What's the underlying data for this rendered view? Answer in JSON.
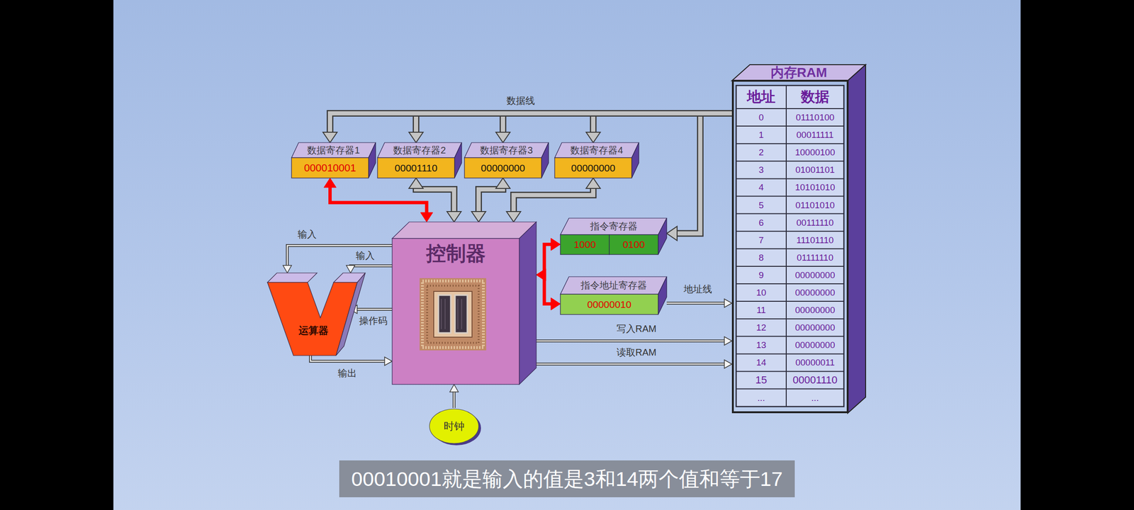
{
  "diagram": {
    "caption": "00010001就是输入的值是3和14两个值和等于17",
    "nodes": [
      {
        "text": [
          "内存RAM"
        ]
      },
      {
        "text": [
          "数据寄存器1",
          "000010001"
        ]
      },
      {
        "text": [
          "数据寄存器2",
          "00001110"
        ]
      },
      {
        "text": [
          "数据寄存器3",
          "00000000"
        ]
      },
      {
        "text": [
          "数据寄存器4",
          "00000000"
        ]
      },
      {
        "text": [
          "指令寄存器",
          "1000",
          "0100"
        ]
      },
      {
        "text": [
          "控制器"
        ]
      },
      {
        "text": [
          "运算器"
        ]
      },
      {
        "text": [
          "指令地址寄存器",
          "00000010"
        ]
      },
      {
        "text": [
          "时钟"
        ]
      }
    ],
    "edges": [
      {
        "from": 0,
        "to": 1,
        "arrow": "to",
        "label": "数据线"
      },
      {
        "from": 0,
        "to": 2,
        "arrow": "to"
      },
      {
        "from": 0,
        "to": 3,
        "arrow": "to"
      },
      {
        "from": 0,
        "to": 4,
        "arrow": "to"
      },
      {
        "from": 0,
        "to": 5,
        "arrow": "to"
      },
      {
        "from": 6,
        "to": 1,
        "arrow": "both"
      },
      {
        "from": 6,
        "to": 2,
        "arrow": "both"
      },
      {
        "from": 6,
        "to": 3,
        "arrow": "both"
      },
      {
        "from": 6,
        "to": 4,
        "arrow": "both"
      },
      {
        "from": 6,
        "to": 5,
        "arrow": "both"
      },
      {
        "from": 6,
        "to": 8,
        "arrow": "both"
      },
      {
        "from": 8,
        "to": 0,
        "arrow": "to",
        "label": "地址线"
      },
      {
        "from": 6,
        "to": 0,
        "arrow": "to",
        "label": "写入RAM"
      },
      {
        "from": 6,
        "to": 0,
        "arrow": "to",
        "label": "读取RAM"
      },
      {
        "from": 6,
        "to": 7,
        "arrow": "to",
        "label": "输入"
      },
      {
        "from": 6,
        "to": 7,
        "arrow": "to",
        "label": "输入"
      },
      {
        "from": 6,
        "to": 7,
        "arrow": "to",
        "label": "操作码"
      },
      {
        "from": 7,
        "to": 6,
        "arrow": "to",
        "label": "输出"
      },
      {
        "from": 9,
        "to": 6,
        "arrow": "to"
      }
    ],
    "labels": [
      "地址",
      "数据",
      "0",
      "01110100",
      "1",
      "00011111",
      "2",
      "10000100",
      "3",
      "01001101",
      "4",
      "10101010",
      "5",
      "01101010",
      "6",
      "00111110",
      "7",
      "11101110",
      "8",
      "01111110",
      "9",
      "00000000",
      "10",
      "00000000",
      "11",
      "00000000",
      "12",
      "00000000",
      "13",
      "00000000",
      "14",
      "00000011",
      "15",
      "00001110",
      "...",
      "..."
    ]
  }
}
